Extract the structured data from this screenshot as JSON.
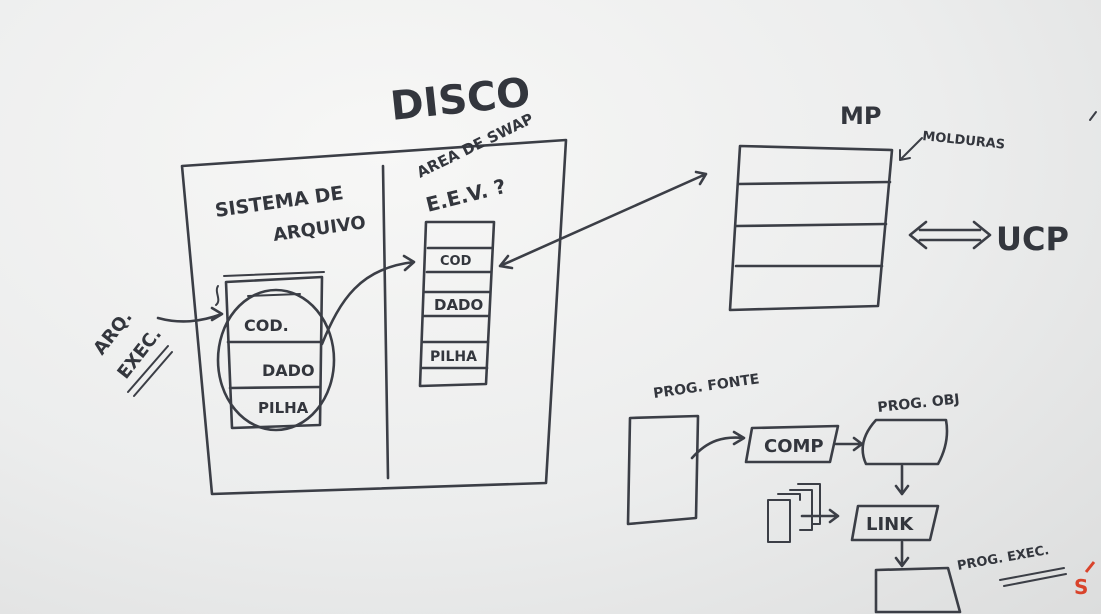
{
  "whiteboard": {
    "disk_title": "DISCO",
    "file_system_line1": "SISTEMA DE",
    "file_system_line2": "ARQUIVO",
    "swap_area": "AREA DE SWAP",
    "swap_eev": "E.E.V. ?",
    "program_segments": [
      "COD.",
      "DADO",
      "PILHA"
    ],
    "swap_segments": [
      "COD",
      "DADO",
      "PILHA"
    ],
    "exec_file_line1": "ARQ.",
    "exec_file_line2": "EXEC.",
    "main_memory": "MP",
    "frames_label": "MOLDURAS",
    "cpu": "UCP",
    "source_program": "PROG. FONTE",
    "compiler": "COMP",
    "object_program": "PROG. OBJ",
    "linker": "LINK",
    "exec_program": "PROG. EXEC.",
    "corner_mark": "S"
  },
  "colors": {
    "ink": "#3b3e46",
    "board": "#ececeb",
    "accent": "#d9432b"
  }
}
